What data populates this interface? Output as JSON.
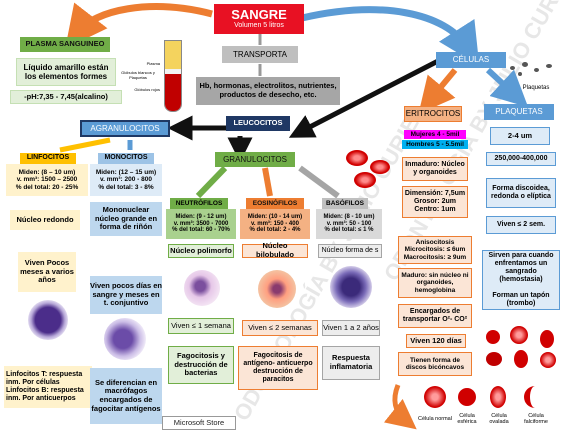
{
  "sangre": {
    "title": "SANGRE",
    "subtitle": "Volumen 5 litros"
  },
  "transporta": {
    "label": "TRANSPORTA",
    "items": "Hb, hormonas, electrolitos, nutrientes, productos de desecho, etc."
  },
  "plasma": {
    "title": "PLASMA SANGUINEO",
    "desc": "Líquido amarillo están los elementos formes",
    "ph": "-pH:7,35 - 7,45(alcalino)"
  },
  "tube_labels": {
    "plasma": "Plasma",
    "cells": "Glóbulos blancos y Plaquetas",
    "red": "Glóbulos rojos"
  },
  "celulas": {
    "label": "CÉLULAS"
  },
  "leucocitos": {
    "label": "LEUCOCITOS"
  },
  "agranulocitos": {
    "label": "AGRANULOCITOS"
  },
  "granulocitos": {
    "label": "GRANULOCITOS"
  },
  "linfocitos": {
    "title": "LINFOCITOS",
    "stats": "Miden: (8 – 10 um)\nv. mm³: 1500 – 2500\n% del total: 20 - 25%",
    "nucleo": "Núcleo redondo",
    "vida": "Viven Pocos meses a varios años",
    "funcion": "Linfocitos T: respuesta inm. Por células\nLinfocitos B: respuesta inm. Por anticuerpos"
  },
  "monocitos": {
    "title": "MONOCITOS",
    "stats": "Miden: (12 – 15 um)\nv. mm³: 200 - 800\n% del total: 3 - 8%",
    "nucleo": "Mononuclear núcleo grande en forma de riñón",
    "vida": "Viven pocos días en sangre y meses en t. conjuntivo",
    "funcion": "Se diferencian en macrófagos encargados de fagocitar antígenos"
  },
  "neutrofilos": {
    "title": "NEUTRÓFILOS",
    "stats": "Miden: (9 - 12 um)\nv. mm³: 3500 - 7000\n% del total: 60 - 70%",
    "nucleo": "Núcleo polimorfo",
    "vida": "Viven ≤ 1 semana",
    "funcion": "Fagocitosis y destrucción de bacterias"
  },
  "eosinofilos": {
    "title": "EOSINÓFILOS",
    "stats": "Miden: (10 - 14 um)\nv. mm³: 150 - 400\n% del total: 2 - 4%",
    "nucleo": "Núcleo bilobulado",
    "vida": "Viven ≤ 2 semanas",
    "funcion": "Fagocitosis de antígeno- anticuerpo destrucción de paracitos"
  },
  "basofilos": {
    "title": "BASÓFILOS",
    "stats": "Miden: (8 - 10 um)\nv. mm³: 50 - 100\n% del total: ≤ 1 %",
    "nucleo": "Núcleo forma de s",
    "vida": "Viven 1 a 2 años",
    "funcion": "Respuesta inflamatoria"
  },
  "eritrocitos": {
    "title": "ERITROCITOS",
    "mujeres": "Mujeres 4 - 5mil",
    "hombres": "Hombres 5 - 5.5mil",
    "inmaduro": "Inmaduro: Núcleo y organoides",
    "dimension": "Dimensión: 7,5um\nGrosor: 2um\nCentro: 1um",
    "aniso": "Anisocitosis\nMicrocitosis: ≤ 6um\nMacrocitosis: ≥ 9um",
    "maduro": "Maduro: sin núcleo ni organoides, hemoglobina",
    "encargados": "Encargados de transportar O²- CO²",
    "vida": "Viven 120 días",
    "forma": "Tienen forma de discos bicóncavos"
  },
  "cell_types": [
    "Célula normal",
    "Célula esférica",
    "Célula ovalada",
    "Célula falciforme"
  ],
  "plaquetas": {
    "title": "PLAQUETAS",
    "img_label": "Plaquetas",
    "size": "2-4 um",
    "count": "250,000-400,000",
    "forma": "Forma discoidea, redonda o elíptica",
    "vida": "Viven ≤ 2 sem.",
    "funcion": "Sirven para cuando enfrentamos un sangrado (hemostasia)\n\nForman un tapón (trombo)"
  },
  "store_label": "Microsoft Store",
  "watermark": "ODONTOLOGÍA BY JULIO CURIEL",
  "colors": {
    "green": "#70ad47",
    "blue": "#5b9bd5",
    "orange": "#ed7d31",
    "gray": "#a5a5a5",
    "yellow": "#ffc000",
    "red": "#e81123"
  }
}
